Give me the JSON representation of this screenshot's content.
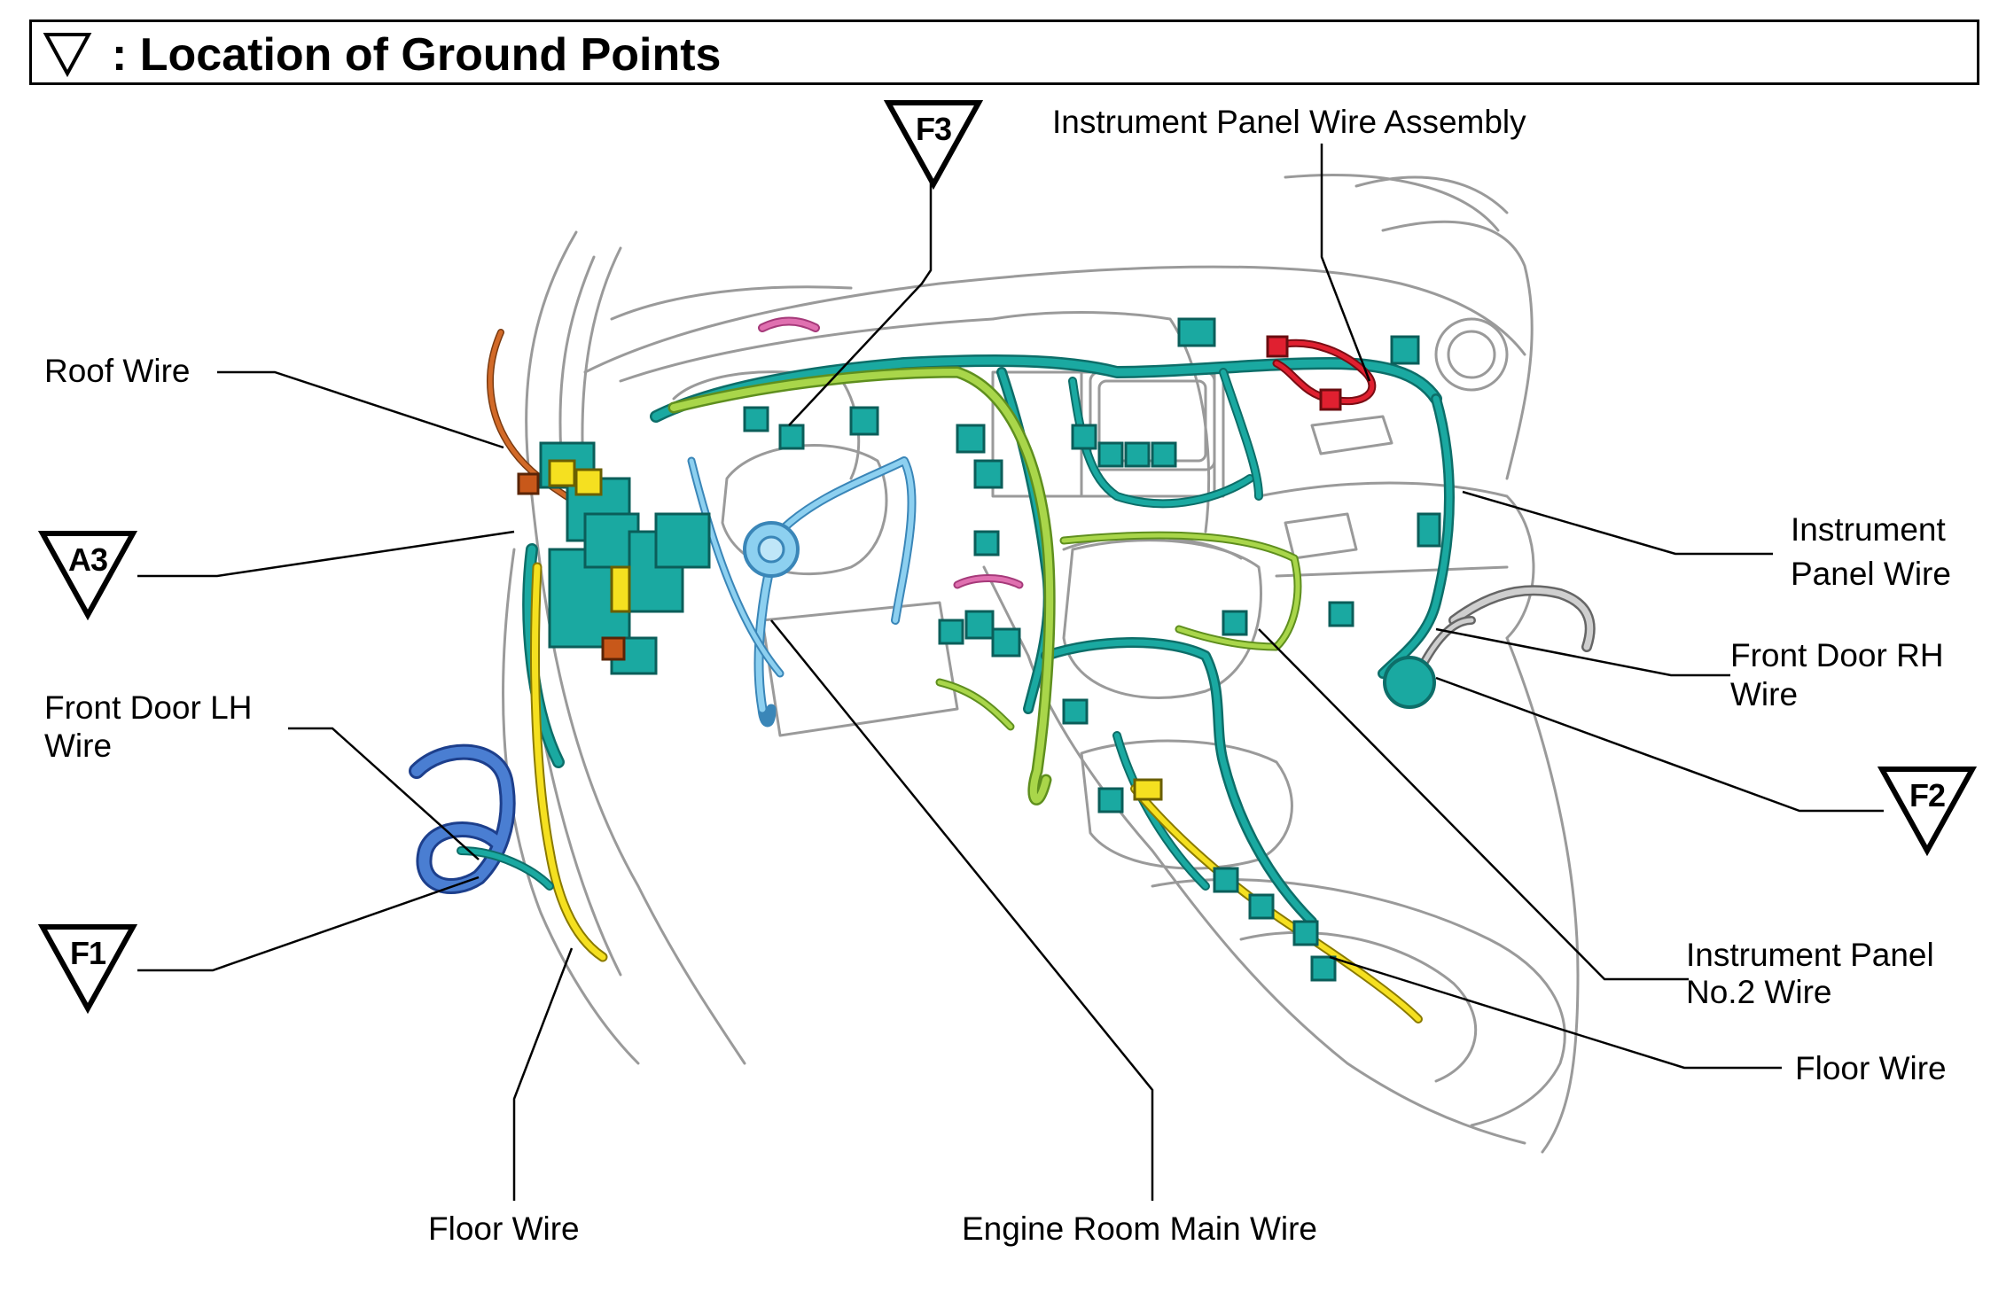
{
  "title": ": Location of Ground Points",
  "ground_points": {
    "f3": "F3",
    "a3": "A3",
    "f1": "F1",
    "f2": "F2"
  },
  "labels": {
    "instrument_panel_wire_assembly": "Instrument Panel Wire Assembly",
    "roof_wire": "Roof Wire",
    "instrument_panel_wire_line1": "Instrument",
    "instrument_panel_wire_line2": "Panel Wire",
    "front_door_rh_line1": "Front Door RH",
    "front_door_rh_line2": "Wire",
    "front_door_lh_line1": "Front Door LH",
    "front_door_lh_line2": "Wire",
    "instrument_panel_no2_line1": "Instrument Panel",
    "instrument_panel_no2_line2": "No.2 Wire",
    "floor_wire_right": "Floor Wire",
    "floor_wire_bottom": "Floor Wire",
    "engine_room_main_wire": "Engine Room Main Wire"
  },
  "colors": {
    "harness_teal": "#119a93",
    "harness_green": "#9ccc3c",
    "harness_lightblue": "#7cc4ea",
    "harness_blue": "#3a6fc4",
    "harness_yellow": "#f5e020",
    "harness_red": "#e02030",
    "harness_orange": "#c8581a",
    "harness_pink": "#e070b0",
    "harness_gray": "#b0b0b0",
    "outline": "#9a9a9a"
  }
}
